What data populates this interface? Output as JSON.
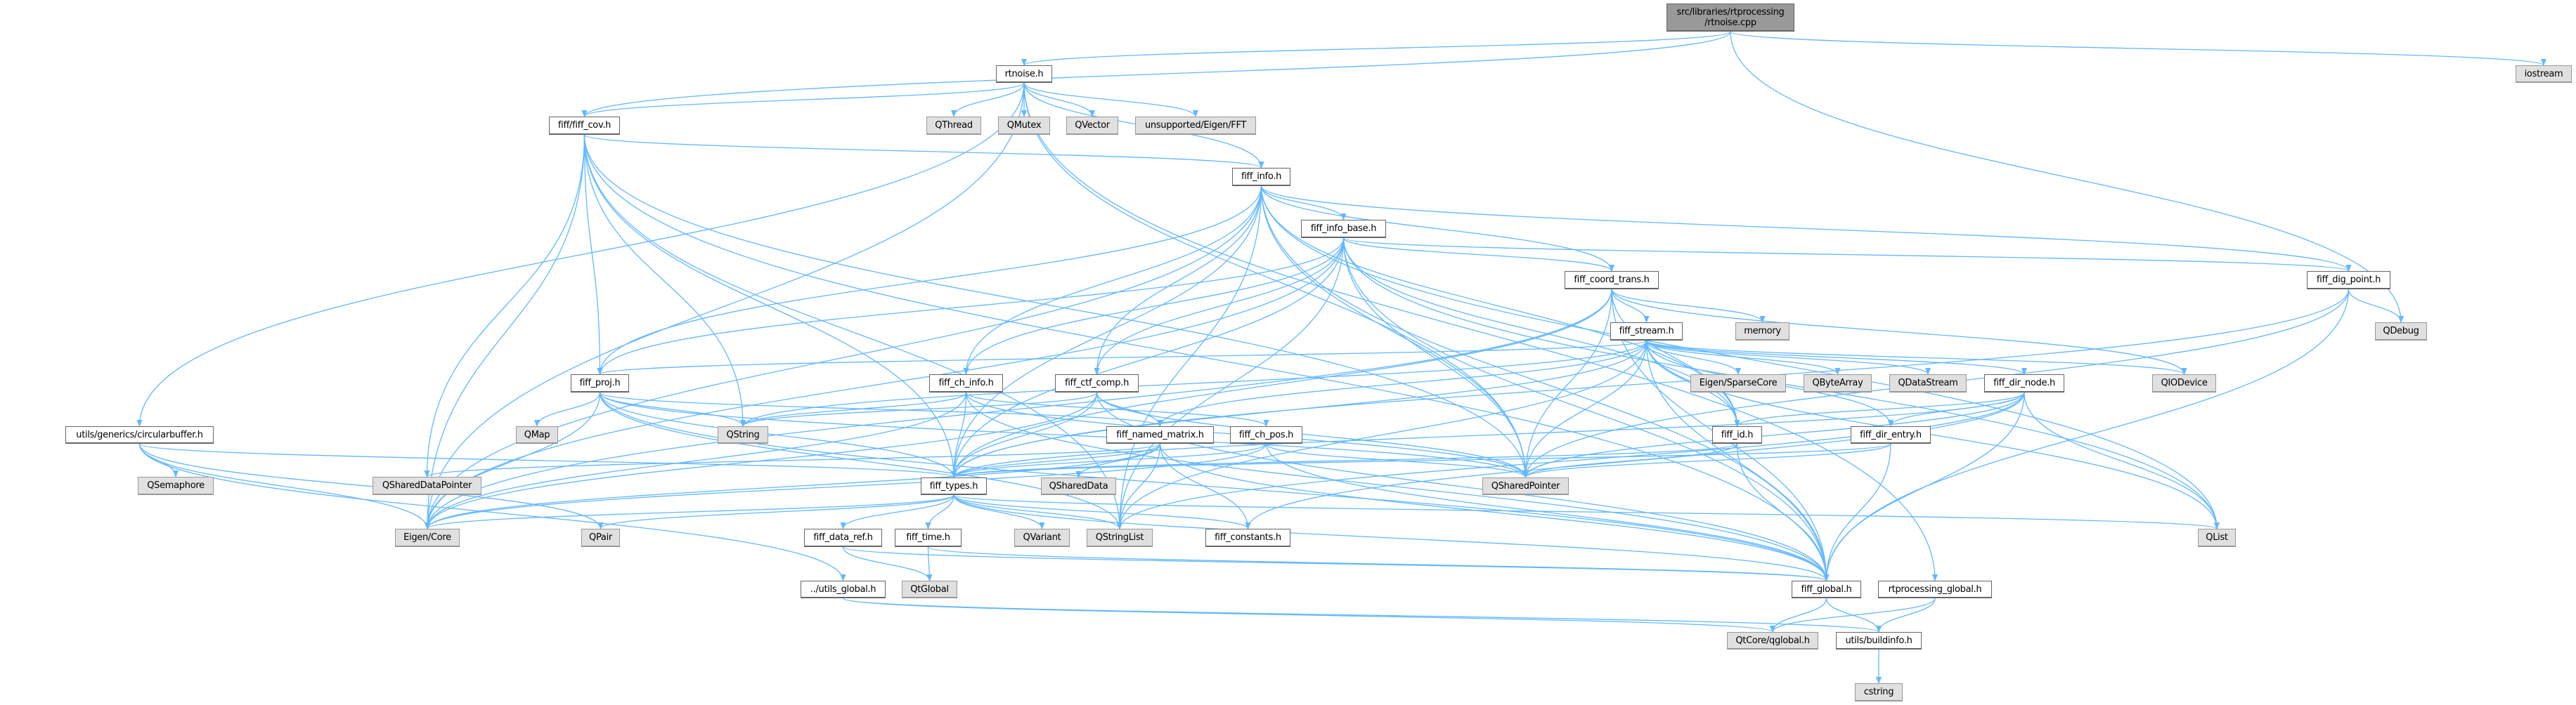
{
  "nodes": {
    "root": [
      "src/libraries/rtprocessing",
      "/rtnoise.cpp"
    ],
    "rtnoise_h": "rtnoise.h",
    "iostream": "iostream",
    "fiff_cov": "fiff/fiff_cov.h",
    "qthread": "QThread",
    "qmutex": "QMutex",
    "qvector": "QVector",
    "fft": "unsupported/Eigen/FFT",
    "fiff_info": "fiff_info.h",
    "fiff_info_base": "fiff_info_base.h",
    "fiff_coord_trans": "fiff_coord_trans.h",
    "fiff_dig_point": "fiff_dig_point.h",
    "fiff_stream": "fiff_stream.h",
    "memory": "memory",
    "qdebug": "QDebug",
    "fiff_proj": "fiff_proj.h",
    "fiff_ch_info": "fiff_ch_info.h",
    "fiff_ctf_comp": "fiff_ctf_comp.h",
    "sparsecore": "Eigen/SparseCore",
    "qbytearray": "QByteArray",
    "qdatastream": "QDataStream",
    "fiff_dir_node": "fiff_dir_node.h",
    "qiodevice": "QIODevice",
    "circbuf": "utils/generics/circularbuffer.h",
    "qmap": "QMap",
    "qstring": "QString",
    "fiff_named_matrix": "fiff_named_matrix.h",
    "fiff_ch_pos": "fiff_ch_pos.h",
    "fiff_id": "fiff_id.h",
    "fiff_dir_entry": "fiff_dir_entry.h",
    "qsemaphore": "QSemaphore",
    "qshareddatapointer": "QSharedDataPointer",
    "fiff_types": "fiff_types.h",
    "qshareddata": "QSharedData",
    "qsharedpointer": "QSharedPointer",
    "eigen_core": "Eigen/Core",
    "qpair": "QPair",
    "fiff_data_ref": "fiff_data_ref.h",
    "fiff_time": "fiff_time.h",
    "qvariant": "QVariant",
    "qstringlist": "QStringList",
    "fiff_constants": "fiff_constants.h",
    "qlist": "QList",
    "utils_global": "../utils_global.h",
    "qtglobal": "QtGlobal",
    "fiff_global": "fiff_global.h",
    "rtproc_global": "rtprocessing_global.h",
    "qglobal": "QtCore/qglobal.h",
    "buildinfo": "utils/buildinfo.h",
    "cstring": "cstring"
  },
  "edges": [
    [
      "root",
      "rtnoise_h"
    ],
    [
      "root",
      "fiff_cov"
    ],
    [
      "root",
      "iostream"
    ],
    [
      "root",
      "qdebug"
    ],
    [
      "rtnoise_h",
      "rtproc_global"
    ],
    [
      "rtnoise_h",
      "fiff_cov"
    ],
    [
      "rtnoise_h",
      "fiff_info"
    ],
    [
      "rtnoise_h",
      "circbuf"
    ],
    [
      "rtnoise_h",
      "qthread"
    ],
    [
      "rtnoise_h",
      "qmutex"
    ],
    [
      "rtnoise_h",
      "qvector"
    ],
    [
      "rtnoise_h",
      "qsharedpointer"
    ],
    [
      "rtnoise_h",
      "eigen_core"
    ],
    [
      "rtnoise_h",
      "fft"
    ],
    [
      "fiff_cov",
      "fiff_global"
    ],
    [
      "fiff_cov",
      "fiff_types"
    ],
    [
      "fiff_cov",
      "fiff_info"
    ],
    [
      "fiff_cov",
      "fiff_proj"
    ],
    [
      "fiff_cov",
      "qshareddatapointer"
    ],
    [
      "fiff_cov",
      "qsharedpointer"
    ],
    [
      "fiff_cov",
      "qstring"
    ],
    [
      "fiff_cov",
      "qstringlist"
    ],
    [
      "fiff_cov",
      "eigen_core"
    ],
    [
      "fiff_info",
      "fiff_global"
    ],
    [
      "fiff_info",
      "fiff_types"
    ],
    [
      "fiff_info",
      "fiff_info_base"
    ],
    [
      "fiff_info",
      "fiff_proj"
    ],
    [
      "fiff_info",
      "fiff_ctf_comp"
    ],
    [
      "fiff_info",
      "fiff_coord_trans"
    ],
    [
      "fiff_info",
      "fiff_dig_point"
    ],
    [
      "fiff_info",
      "fiff_ch_info"
    ],
    [
      "fiff_info",
      "fiff_id"
    ],
    [
      "fiff_info",
      "qlist"
    ],
    [
      "fiff_info",
      "qstringlist"
    ],
    [
      "fiff_info",
      "qsharedpointer"
    ],
    [
      "fiff_info",
      "eigen_core"
    ],
    [
      "fiff_info_base",
      "fiff_global"
    ],
    [
      "fiff_info_base",
      "fiff_types"
    ],
    [
      "fiff_info_base",
      "fiff_ch_info"
    ],
    [
      "fiff_info_base",
      "fiff_coord_trans"
    ],
    [
      "fiff_info_base",
      "fiff_id"
    ],
    [
      "fiff_info_base",
      "fiff_ctf_comp"
    ],
    [
      "fiff_info_base",
      "fiff_proj"
    ],
    [
      "fiff_info_base",
      "fiff_dig_point"
    ],
    [
      "fiff_info_base",
      "qsharedpointer"
    ],
    [
      "fiff_info_base",
      "qstringlist"
    ],
    [
      "fiff_info_base",
      "qlist"
    ],
    [
      "fiff_info_base",
      "eigen_core"
    ],
    [
      "fiff_coord_trans",
      "fiff_global"
    ],
    [
      "fiff_coord_trans",
      "fiff_types"
    ],
    [
      "fiff_coord_trans",
      "fiff_stream"
    ],
    [
      "fiff_coord_trans",
      "fiff_id"
    ],
    [
      "fiff_coord_trans",
      "eigen_core"
    ],
    [
      "fiff_coord_trans",
      "qsharedpointer"
    ],
    [
      "fiff_coord_trans",
      "memory"
    ],
    [
      "fiff_coord_trans",
      "qiodevice"
    ],
    [
      "fiff_stream",
      "fiff_global"
    ],
    [
      "fiff_stream",
      "fiff_types"
    ],
    [
      "fiff_stream",
      "fiff_id"
    ],
    [
      "fiff_stream",
      "fiff_dir_node"
    ],
    [
      "fiff_stream",
      "fiff_dir_entry"
    ],
    [
      "fiff_stream",
      "fiff_proj"
    ],
    [
      "fiff_stream",
      "fiff_named_matrix"
    ],
    [
      "fiff_stream",
      "sparsecore"
    ],
    [
      "fiff_stream",
      "qbytearray"
    ],
    [
      "fiff_stream",
      "qdatastream"
    ],
    [
      "fiff_stream",
      "qiodevice"
    ],
    [
      "fiff_stream",
      "qlist"
    ],
    [
      "fiff_stream",
      "qstring"
    ],
    [
      "fiff_stream",
      "qstringlist"
    ],
    [
      "fiff_stream",
      "qsharedpointer"
    ],
    [
      "fiff_dig_point",
      "fiff_global"
    ],
    [
      "fiff_dig_point",
      "fiff_types"
    ],
    [
      "fiff_dig_point",
      "qsharedpointer"
    ],
    [
      "fiff_dig_point",
      "qdebug"
    ],
    [
      "fiff_proj",
      "fiff_global"
    ],
    [
      "fiff_proj",
      "fiff_types"
    ],
    [
      "fiff_proj",
      "fiff_named_matrix"
    ],
    [
      "fiff_proj",
      "qmap"
    ],
    [
      "fiff_proj",
      "qstring"
    ],
    [
      "fiff_proj",
      "qstringlist"
    ],
    [
      "fiff_proj",
      "qsharedpointer"
    ],
    [
      "fiff_proj",
      "eigen_core"
    ],
    [
      "fiff_ch_info",
      "fiff_global"
    ],
    [
      "fiff_ch_info",
      "fiff_types"
    ],
    [
      "fiff_ch_info",
      "fiff_ch_pos"
    ],
    [
      "fiff_ch_info",
      "qsharedpointer"
    ],
    [
      "fiff_ch_info",
      "qstring"
    ],
    [
      "fiff_ch_info",
      "eigen_core"
    ],
    [
      "fiff_ctf_comp",
      "fiff_named_matrix"
    ],
    [
      "fiff_ctf_comp",
      "fiff_types"
    ],
    [
      "fiff_ctf_comp",
      "fiff_global"
    ],
    [
      "fiff_ctf_comp",
      "qsharedpointer"
    ],
    [
      "fiff_ctf_comp",
      "eigen_core"
    ],
    [
      "fiff_ctf_comp",
      "qstring"
    ],
    [
      "fiff_named_matrix",
      "fiff_global"
    ],
    [
      "fiff_named_matrix",
      "fiff_types"
    ],
    [
      "fiff_named_matrix",
      "qshareddata"
    ],
    [
      "fiff_named_matrix",
      "qstringlist"
    ],
    [
      "fiff_named_matrix",
      "qshareddatapointer"
    ],
    [
      "fiff_named_matrix",
      "fiff_constants"
    ],
    [
      "fiff_named_matrix",
      "eigen_core"
    ],
    [
      "fiff_ch_pos",
      "fiff_global"
    ],
    [
      "fiff_ch_pos",
      "fiff_types"
    ],
    [
      "fiff_ch_pos",
      "qsharedpointer"
    ],
    [
      "fiff_ch_pos",
      "eigen_core"
    ],
    [
      "fiff_id",
      "fiff_global"
    ],
    [
      "fiff_id",
      "fiff_types"
    ],
    [
      "fiff_id",
      "qsharedpointer"
    ],
    [
      "fiff_dir_node",
      "fiff_global"
    ],
    [
      "fiff_dir_node",
      "fiff_types"
    ],
    [
      "fiff_dir_node",
      "fiff_id"
    ],
    [
      "fiff_dir_node",
      "fiff_dir_entry"
    ],
    [
      "fiff_dir_node",
      "qlist"
    ],
    [
      "fiff_dir_node",
      "qsharedpointer"
    ],
    [
      "fiff_dir_node",
      "qstringlist"
    ],
    [
      "fiff_dir_node",
      "fiff_constants"
    ],
    [
      "fiff_dir_entry",
      "fiff_global"
    ],
    [
      "fiff_dir_entry",
      "fiff_types"
    ],
    [
      "fiff_dir_entry",
      "qsharedpointer"
    ],
    [
      "fiff_types",
      "fiff_global"
    ],
    [
      "fiff_types",
      "fiff_time"
    ],
    [
      "fiff_types",
      "fiff_data_ref"
    ],
    [
      "fiff_types",
      "qpair"
    ],
    [
      "fiff_types",
      "qvariant"
    ],
    [
      "fiff_types",
      "qstringlist"
    ],
    [
      "fiff_types",
      "fiff_constants"
    ],
    [
      "fiff_types",
      "eigen_core"
    ],
    [
      "fiff_types",
      "qlist"
    ],
    [
      "fiff_time",
      "fiff_global"
    ],
    [
      "fiff_time",
      "qtglobal"
    ],
    [
      "fiff_data_ref",
      "fiff_global"
    ],
    [
      "fiff_data_ref",
      "qtglobal"
    ],
    [
      "fiff_global",
      "qglobal"
    ],
    [
      "fiff_global",
      "buildinfo"
    ],
    [
      "rtproc_global",
      "qglobal"
    ],
    [
      "rtproc_global",
      "buildinfo"
    ],
    [
      "utils_global",
      "qglobal"
    ],
    [
      "utils_global",
      "buildinfo"
    ],
    [
      "circbuf",
      "utils_global"
    ],
    [
      "circbuf",
      "qsemaphore"
    ],
    [
      "circbuf",
      "eigen_core"
    ],
    [
      "circbuf",
      "qpair"
    ],
    [
      "circbuf",
      "fiff_types"
    ],
    [
      "buildinfo",
      "cstring"
    ]
  ],
  "colors": {
    "edge": "#63b8ff",
    "root_fill": "#999999",
    "ext_fill": "#e0e0e0",
    "node_border": "#666666"
  }
}
